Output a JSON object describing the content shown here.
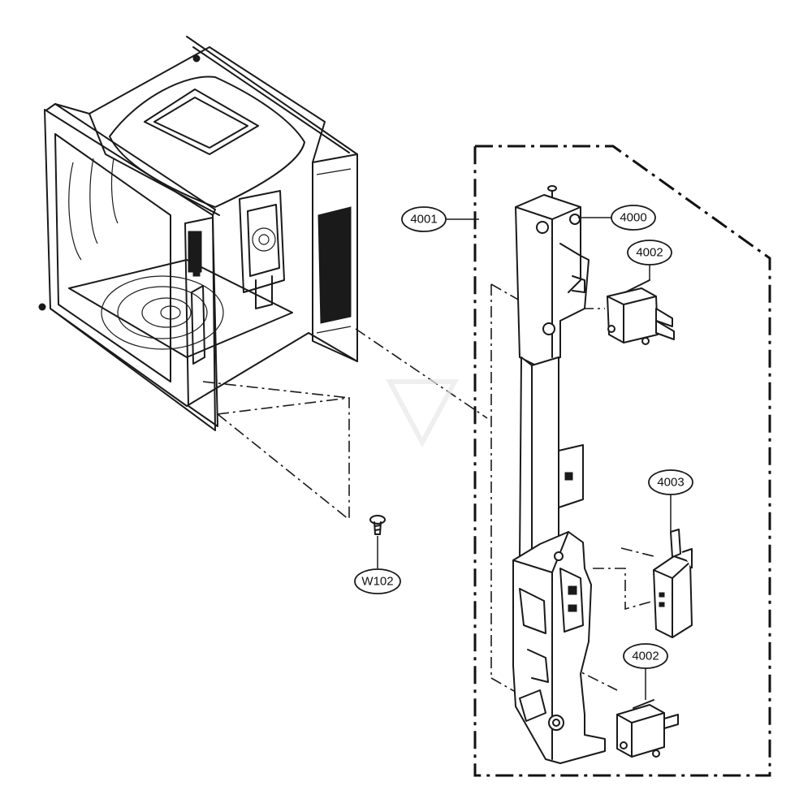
{
  "callouts": [
    {
      "id": "assembly",
      "label": "4001"
    },
    {
      "id": "bracket",
      "label": "4000"
    },
    {
      "id": "switch-top",
      "label": "4002"
    },
    {
      "id": "switch-mid",
      "label": "4003"
    },
    {
      "id": "switch-bottom",
      "label": "4002"
    },
    {
      "id": "screw",
      "label": "W102"
    }
  ],
  "colors": {
    "line": "#1a1a1a",
    "background": "#ffffff"
  }
}
